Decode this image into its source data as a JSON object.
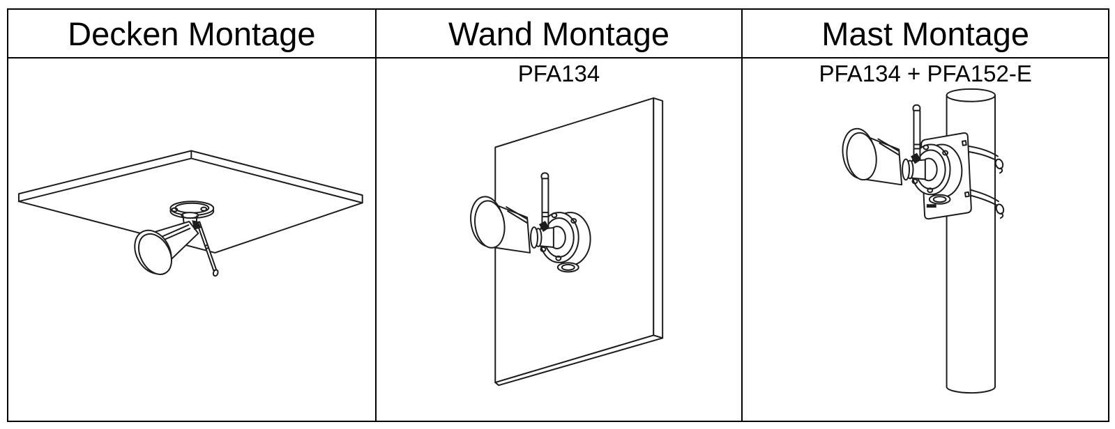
{
  "table": {
    "columns": [
      {
        "header": "Decken Montage",
        "product_label": "",
        "diagram": "ceiling-mount-diagram",
        "diagram_subject": "bullet camera with wifi antenna mounted under ceiling slab"
      },
      {
        "header": "Wand Montage",
        "product_label": "PFA134",
        "diagram": "wall-mount-diagram",
        "diagram_subject": "bullet camera with wifi antenna on junction box mounted to wall"
      },
      {
        "header": "Mast Montage",
        "product_label": "PFA134 + PFA152-E",
        "diagram": "pole-mount-diagram",
        "diagram_subject": "bullet camera with junction box on bracket plate strapped to pole with hose clamps"
      }
    ]
  },
  "colors": {
    "background": "#ffffff",
    "table_border": "#000000",
    "text": "#000000",
    "line_art": "#1c1c1c"
  }
}
